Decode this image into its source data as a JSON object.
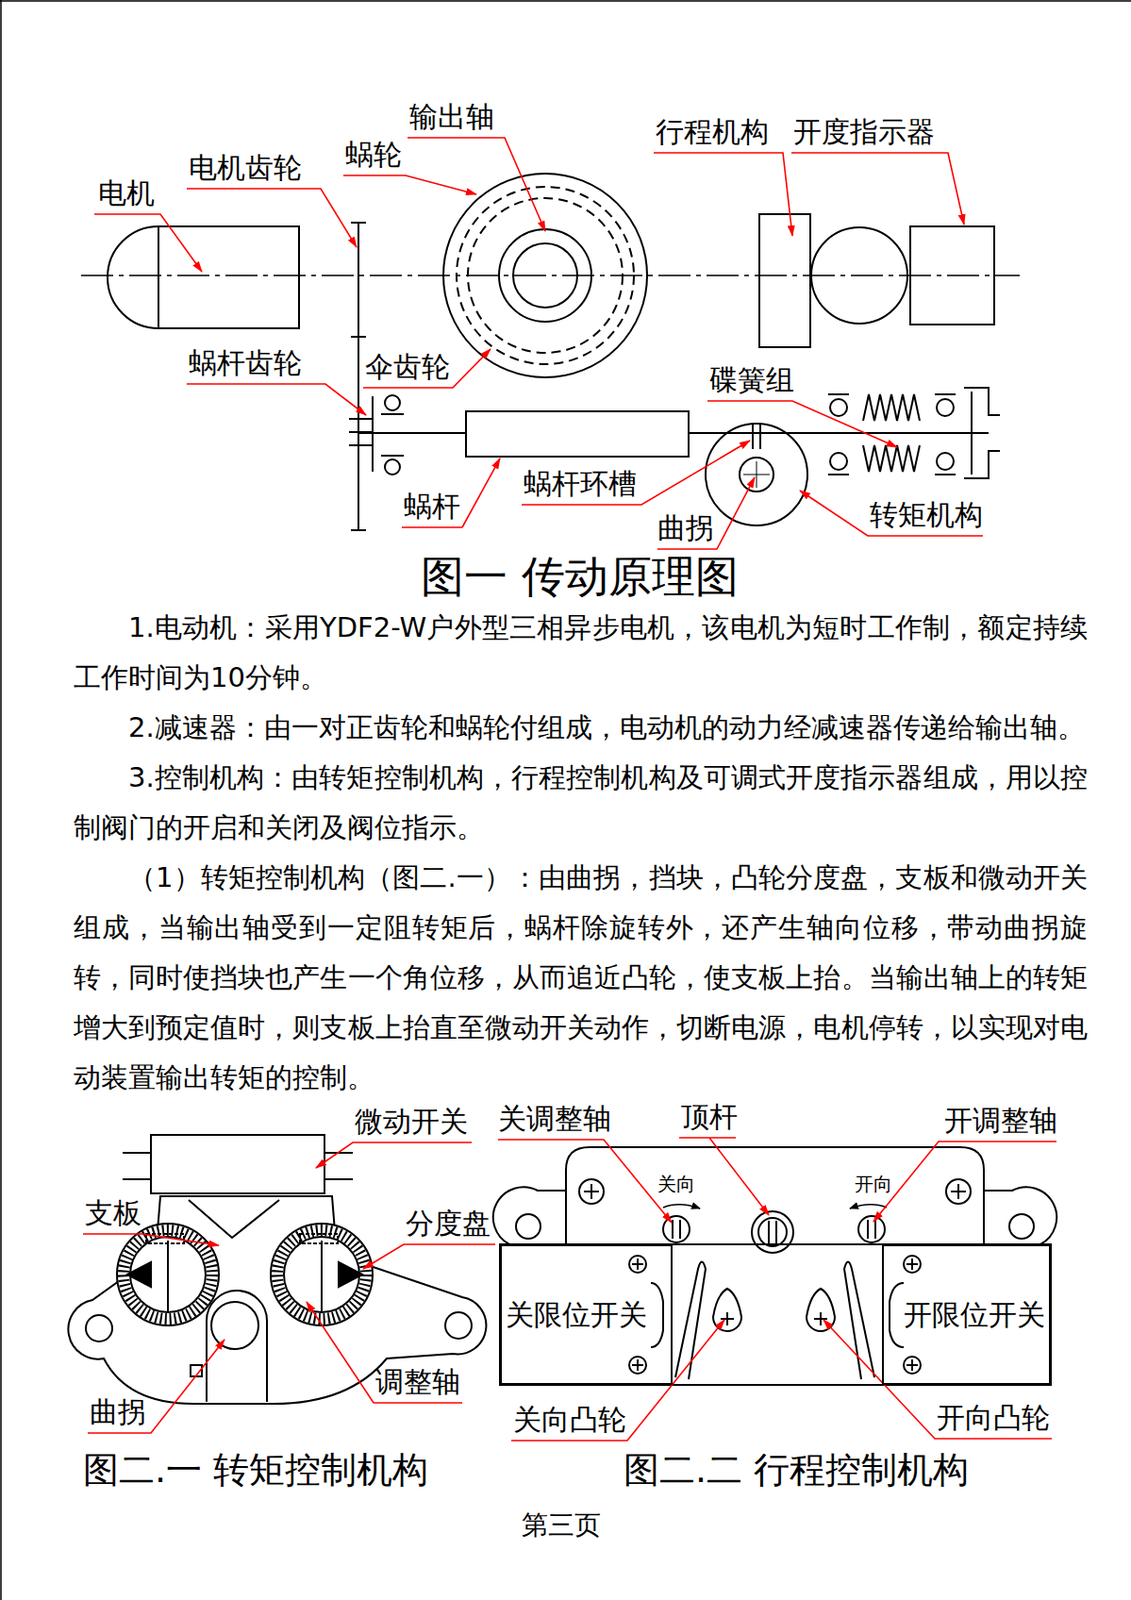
{
  "diagram": {
    "caption": "图一 传动原理图",
    "nodes": [
      {
        "text": [
          "关限位开关"
        ]
      },
      {
        "text": [
          "开限位开关"
        ]
      }
    ],
    "labels": [
      "电机",
      "电机齿轮",
      "蜗轮",
      "输出轴",
      "行程机构",
      "开度指示器",
      "蜗杆齿轮",
      "伞齿轮",
      "碟簧组",
      "蜗杆",
      "蜗杆环槽",
      "曲拐",
      "转矩机构",
      "1.电动机：采用YDF2-W户外型三相异步电机，该电机为短时工作制，额定持续工作时间为10分钟。",
      "2.减速器：由一对正齿轮和蜗轮付组成，电动机的动力经减速器传递给输出轴。",
      "3.控制机构：由转矩控制机构，行程控制机构及可调式开度指示器组成，用以控制阀门的开启和关闭及阀位指示。",
      "（1）转矩控制机构（图二.一）：由曲拐，挡块，凸轮分度盘，支板和微动开关组成，当输出轴受到一定阻转矩后，蜗杆除旋转外，还产生轴向位移，带动曲拐旋转，同时使挡块也产生一个角位移，从而追近凸轮，使支板上抬。当输出轴上的转矩增大到预定值时，则支板上抬直至微动开关动作，切断电源，电机停转，以实现对电动装置输出转矩的控制。",
      "微动开关",
      "支板",
      "分度盘",
      "曲拐",
      "调整轴",
      "图二.一 转矩控制机构",
      "关调整轴",
      "顶杆",
      "开调整轴",
      "关向",
      "开向",
      "关向凸轮",
      "开向凸轮",
      "图二.二 行程控制机构",
      "第三页"
    ]
  }
}
